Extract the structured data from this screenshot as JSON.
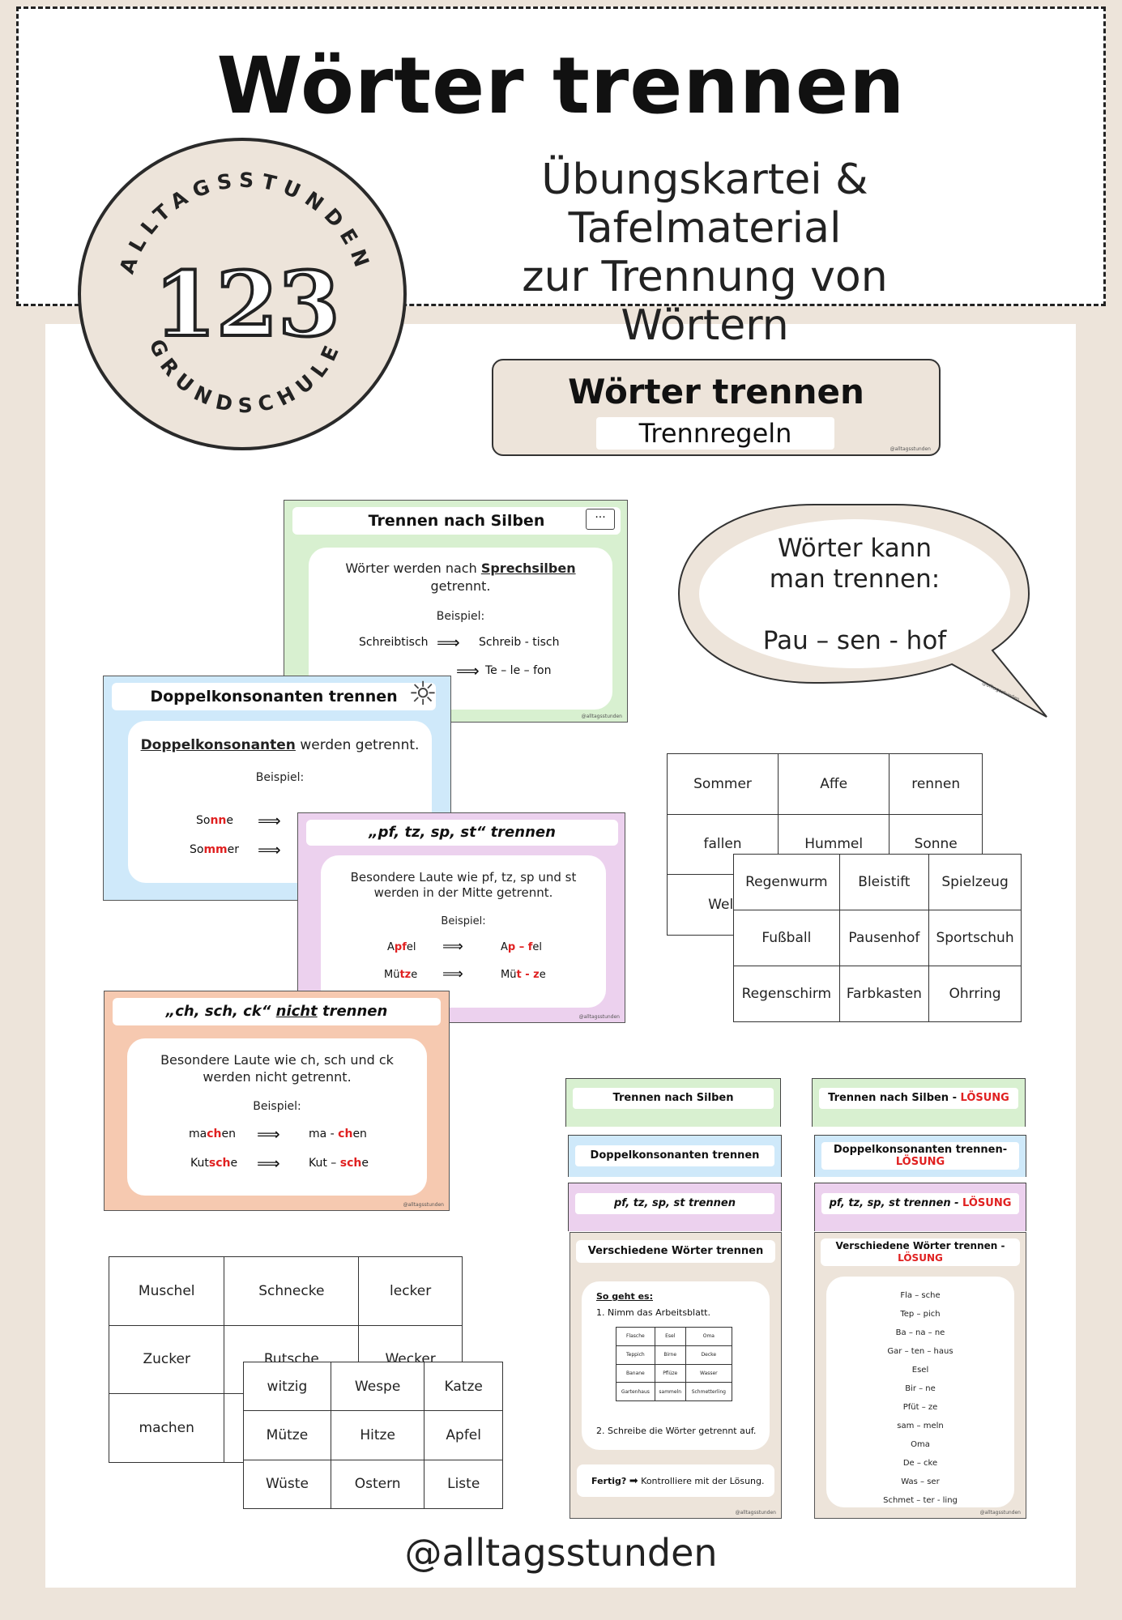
{
  "header": {
    "title": "Wörter trennen",
    "subtitle_line1": "Übungskartei & Tafelmaterial",
    "subtitle_line2": "zur Trennung von Wörtern"
  },
  "logo": {
    "top_text": "ALLTAGSSTUNDEN",
    "bottom_text": "GRUNDSCHULE",
    "numbers": "123"
  },
  "title_card": {
    "title": "Wörter trennen",
    "subtitle": "Trennregeln",
    "credit": "@alltagsstunden"
  },
  "speech_bubble": {
    "line1": "Wörter kann",
    "line2": "man trennen:",
    "example": "Pau – sen - hof",
    "credit": "@alltagsstunden"
  },
  "card_silben": {
    "title": "Trennen nach Silben",
    "text_a": "Wörter werden nach ",
    "text_b": "Sprechsilben",
    "text_c": "getrennt.",
    "example_label": "Beispiel:",
    "ex1_word": "Schreibtisch",
    "ex1_split": "Schreib - tisch",
    "ex2_split": "Te – le – fon",
    "credit": "@alltagsstunden",
    "icon": "speech-dots-icon"
  },
  "card_doppel": {
    "title": "Doppelkonsonanten trennen",
    "text_a": "Doppelkonsonanten",
    "text_b": " werden getrennt.",
    "example_label": "Beispiel:",
    "ex1_a": "So",
    "ex1_b": "nn",
    "ex1_c": "e",
    "ex2_a": "So",
    "ex2_b": "mm",
    "ex2_c": "er",
    "icon": "sun-icon"
  },
  "card_pf": {
    "title": "„pf, tz, sp, st“ trennen",
    "text1": "Besondere Laute wie pf, tz, sp und st",
    "text2": "werden in der Mitte getrennt.",
    "example_label": "Beispiel:",
    "ex1_a": "A",
    "ex1_b": "pf",
    "ex1_c": "el",
    "ex1s_a": "A",
    "ex1s_b": "p – f",
    "ex1s_c": "el",
    "ex2_a": "Mü",
    "ex2_b": "tz",
    "ex2_c": "e",
    "ex2s_a": "Mü",
    "ex2s_b": "t - z",
    "ex2s_c": "e",
    "credit": "@alltagsstunden"
  },
  "card_ch": {
    "title_a": "„ch, sch, ck“ ",
    "title_b": "nicht",
    "title_c": " trennen",
    "text1": "Besondere Laute wie ch, sch und ck",
    "text2": "werden nicht getrennt.",
    "example_label": "Beispiel:",
    "ex1_a": "ma",
    "ex1_b": "ch",
    "ex1_c": "en",
    "ex1s_a": "ma - ",
    "ex1s_b": "ch",
    "ex1s_c": "en",
    "ex2_a": "Kut",
    "ex2_b": "sch",
    "ex2_c": "e",
    "ex2s_a": "Kut – ",
    "ex2s_b": "sch",
    "ex2s_c": "e",
    "credit": "@alltagsstunden"
  },
  "grid_a": [
    [
      "Sommer",
      "Affe",
      "rennen"
    ],
    [
      "fallen",
      "Hummel",
      "Sonne"
    ],
    [
      "Well",
      "",
      ""
    ]
  ],
  "grid_b": [
    [
      "Regenwurm",
      "Bleistift",
      "Spielzeug"
    ],
    [
      "Fußball",
      "Pausenhof",
      "Sportschuh"
    ],
    [
      "Regenschirm",
      "Farbkasten",
      "Ohrring"
    ]
  ],
  "grid_c": [
    [
      "Muschel",
      "Schnecke",
      "lecker"
    ],
    [
      "Zucker",
      "Rutsche",
      "Wecker"
    ],
    [
      "machen",
      "",
      ""
    ]
  ],
  "grid_d": [
    [
      "witzig",
      "Wespe",
      "Katze"
    ],
    [
      "Mütze",
      "Hitze",
      "Apfel"
    ],
    [
      "Wüste",
      "Ostern",
      "Liste"
    ]
  ],
  "mini_left": [
    "Trennen nach Silben",
    "Doppelkonsonanten trennen",
    "pf, tz, sp, st trennen"
  ],
  "mini_right": {
    "items": [
      "Trennen nach Silben - ",
      "Doppelkonsonanten trennen-",
      "pf, tz, sp, st trennen - "
    ],
    "solution": "LÖSUNG"
  },
  "worksheet": {
    "title": "Verschiedene Wörter trennen",
    "how": "So geht es:",
    "step1": "1.   Nimm das Arbeitsblatt.",
    "step2": "2.   Schreibe die Wörter getrennt auf.",
    "done_a": "Fertig?",
    "done_b": "Kontrolliere mit der Lösung.",
    "table": [
      [
        "Flasche",
        "Esel",
        "Oma"
      ],
      [
        "Teppich",
        "Birne",
        "Decke"
      ],
      [
        "Banane",
        "Pflüze",
        "Wasser"
      ],
      [
        "Gartenhaus",
        "sammeln",
        "Schmetterling"
      ]
    ],
    "credit": "@alltagsstunden"
  },
  "solution_sheet": {
    "title": "Verschiedene Wörter trennen -",
    "solution": "LÖSUNG",
    "words": [
      "Fla – sche",
      "Tep – pich",
      "Ba – na – ne",
      "Gar – ten – haus",
      "Esel",
      "Bir – ne",
      "Pfüt – ze",
      "sam – meln",
      "Oma",
      "De – cke",
      "Was – ser",
      "Schmet – ter - ling"
    ],
    "credit": "@alltagsstunden"
  },
  "footer": {
    "handle": "@alltagsstunden"
  },
  "colors": {
    "beige": "#ede4da",
    "green": "#d8f0d0",
    "blue": "#cfe9fa",
    "purple": "#ecd1ee",
    "orange": "#f6c9b0",
    "red": "#e02020"
  }
}
